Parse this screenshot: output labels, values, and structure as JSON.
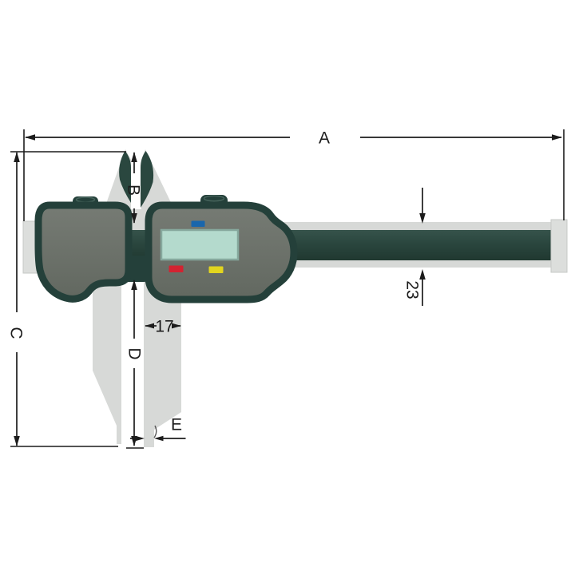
{
  "figure": {
    "kind": "technical dimension drawing",
    "subject": "digital caliper with knife-edge upper jaws and long lower jaws"
  },
  "dimensions": {
    "a": "A",
    "b": "B",
    "c": "C",
    "d": "D",
    "e": "E",
    "jaw_width": "17",
    "beam_height": "23"
  },
  "colors": {
    "background": "#ffffff",
    "metal_gray": "#d7d9d7",
    "end_cap_gray": "#dcdedc",
    "housing_dark_green": "#24403a",
    "housing_fill": "#6b706a",
    "beam_stripe": "#2a463e",
    "lcd_screen": "#b4dacd",
    "lcd_border": "#86a89d",
    "button_blue": "#1966ac",
    "button_red": "#d32331",
    "button_yellow": "#e2d51f",
    "dimension_ink": "#1c1c1c"
  }
}
